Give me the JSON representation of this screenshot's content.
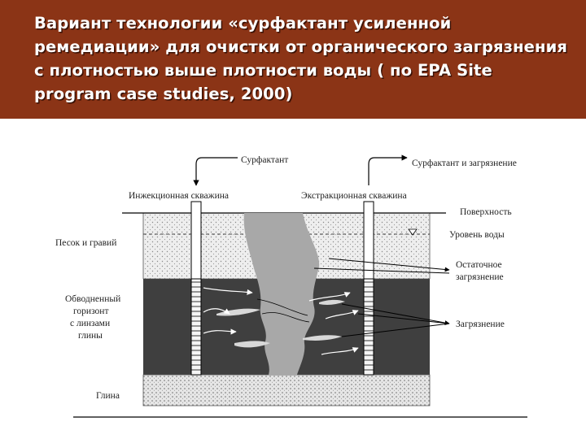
{
  "title": "Вариант технологии «сурфактант усиленной ремедиации» для очистки от органического загрязнения с плотностью выше плотности воды ( по EPA Site program case studies, 2000)",
  "labels": {
    "surfactant": "Сурфактант",
    "surfactant_contaminant": "Сурфактант и загрязнение",
    "injection_well": "Инжекционная скважина",
    "extraction_well": "Экстракционная скважина",
    "surface": "Поверхность",
    "sand_gravel": "Песок и гравий",
    "water_level": "Уровень воды",
    "residual_line1": "Остаточное",
    "residual_line2": "загрязнение",
    "aquifer_line1": "Обводненный",
    "aquifer_line2": "горизонт",
    "aquifer_line3": "с линзами",
    "aquifer_line4": "глины",
    "contamination": "Загрязнение",
    "clay": "Глина"
  },
  "colors": {
    "title_bg": "#8b3416",
    "title_text": "#ffffff",
    "aquifer": "#3f3f3f",
    "plume": "#a8a8a8",
    "sand": "#eeeeee"
  }
}
